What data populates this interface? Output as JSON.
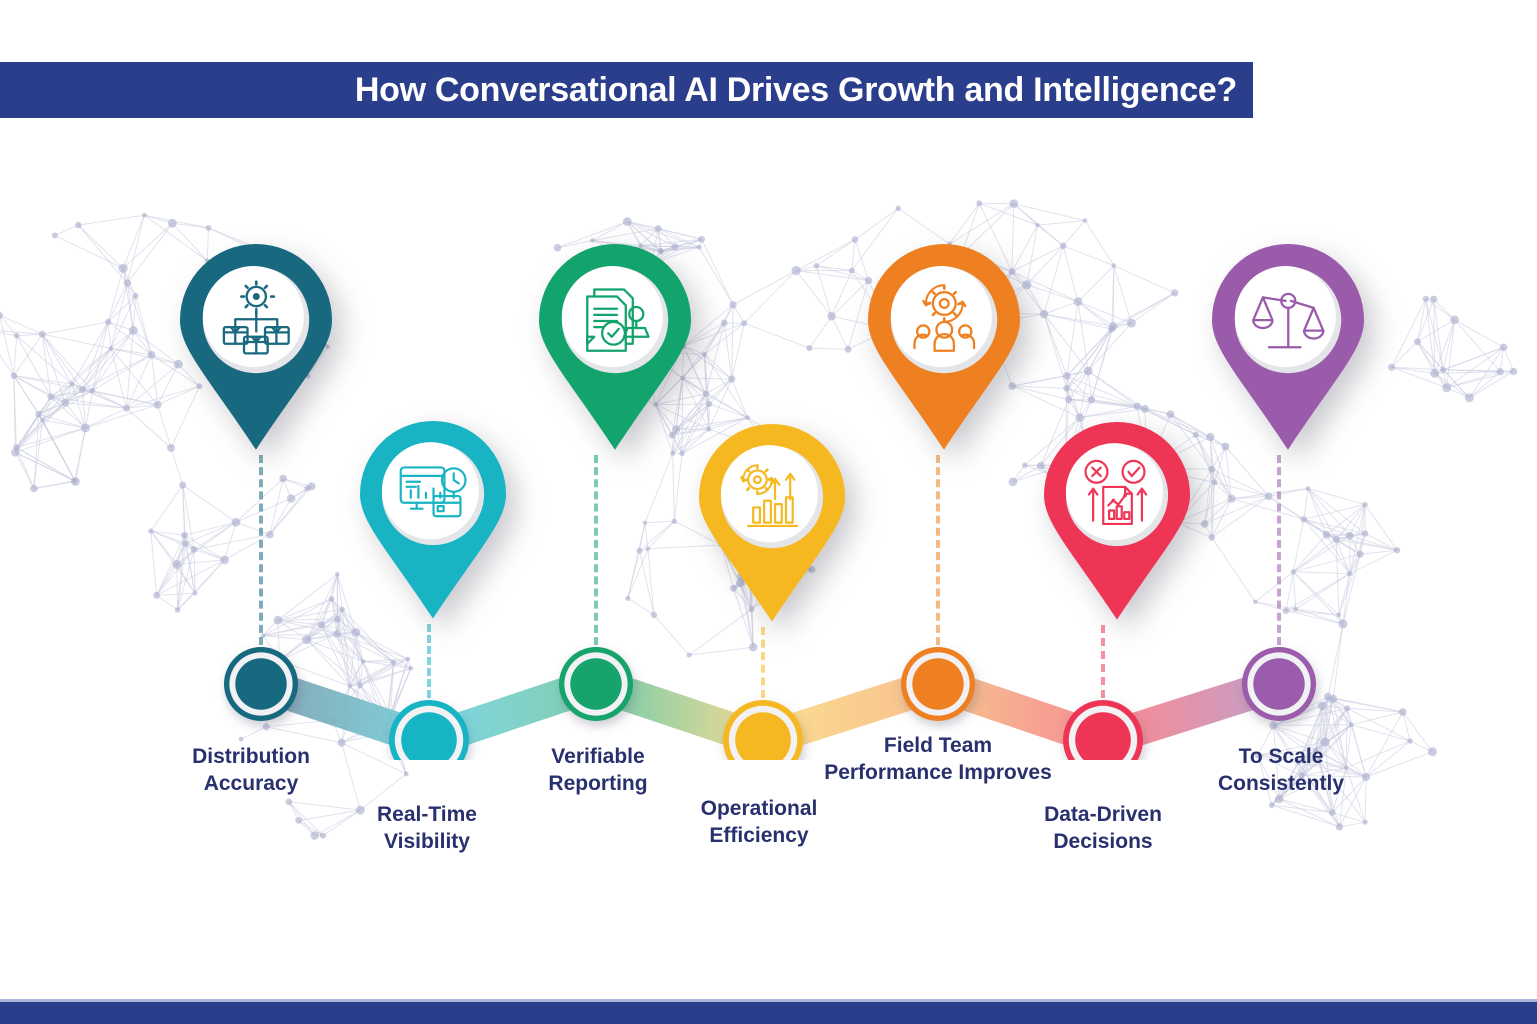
{
  "header": {
    "title": "How Conversational AI Drives Growth and Intelligence?",
    "bar_color": "#2b3e8c"
  },
  "footer": {
    "bar_color": "#2b3e8c",
    "rule_color": "#8e9bd0"
  },
  "theme": {
    "background": "#ffffff",
    "label_color": "#28306e",
    "map_line_color": "#c9cbe0",
    "map_dot_color": "#a9aecd"
  },
  "chart_data": {
    "type": "diagram",
    "title": "How Conversational AI Drives Growth and Intelligence?",
    "layout": "zigzag milestone timeline with seven map pins",
    "categories": [
      "Distribution Accuracy",
      "Real-Time Visibility",
      "Verifiable Reporting",
      "Operational Efficiency",
      "Field Team Performance Improves",
      "Data-Driven Decisions",
      "To Scale Consistently"
    ],
    "colors": [
      "#18697f",
      "#18b4c4",
      "#13a36c",
      "#f5b821",
      "#ef8022",
      "#ee3556",
      "#9a5bab"
    ]
  },
  "steps": [
    {
      "index": 1,
      "label_line1": "Distribution",
      "label_line2": "Accuracy",
      "color": "#18697f",
      "ribbon_color": "#7fa7b5",
      "icon": "distribution-network-icon",
      "row": "top"
    },
    {
      "index": 2,
      "label_line1": "Real-Time",
      "label_line2": "Visibility",
      "color": "#18b4c4",
      "ribbon_color": "#79d3dd",
      "icon": "dashboard-clock-calendar-icon",
      "row": "bottom"
    },
    {
      "index": 3,
      "label_line1": "Verifiable",
      "label_line2": "Reporting",
      "color": "#13a36c",
      "ribbon_color": "#7bcba6",
      "icon": "verified-document-stamp-icon",
      "row": "top"
    },
    {
      "index": 4,
      "label_line1": "Operational",
      "label_line2": "Efficiency",
      "color": "#f5b821",
      "ribbon_color": "#fad98a",
      "icon": "gear-growth-chart-icon",
      "row": "bottom"
    },
    {
      "index": 5,
      "label_line1": "Field Team",
      "label_line2": "Performance Improves",
      "color": "#ef8022",
      "ribbon_color": "#f6b988",
      "icon": "team-gear-icon",
      "row": "top"
    },
    {
      "index": 6,
      "label_line1": "Data-Driven",
      "label_line2": "Decisions",
      "color": "#ee3556",
      "ribbon_color": "#f4868f",
      "icon": "report-check-cross-icon",
      "row": "bottom"
    },
    {
      "index": 7,
      "label_line1": "To Scale",
      "label_line2": "Consistently",
      "color": "#9a5bab",
      "ribbon_color": "#bd9ccd",
      "icon": "balance-scale-icon",
      "row": "top"
    }
  ]
}
